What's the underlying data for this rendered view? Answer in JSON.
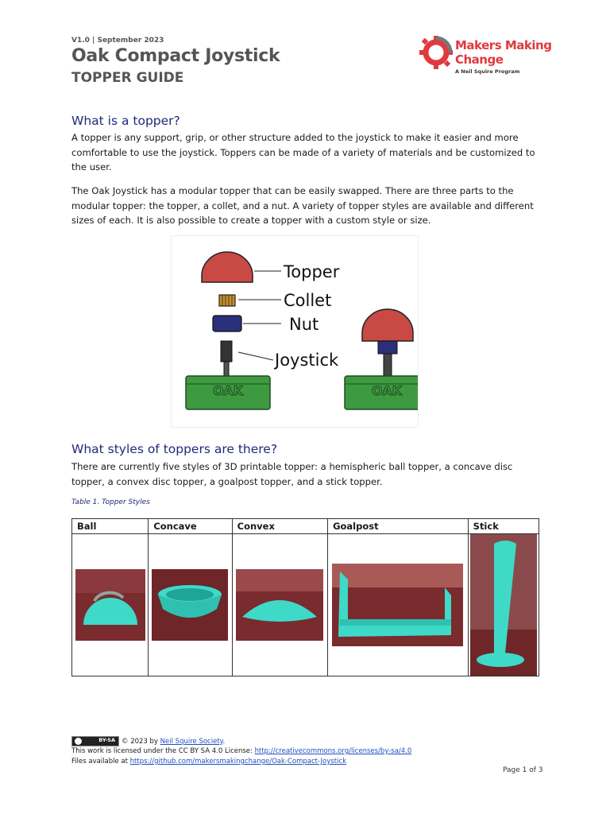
{
  "header": {
    "version": "V1.0 | September 2023",
    "title": "Oak Compact Joystick",
    "subtitle": "TOPPER GUIDE",
    "logo": {
      "line1": "Makers Making",
      "line2": "Change",
      "tagline": "A Neil Squire Program",
      "color": "#e03a3e"
    }
  },
  "section1": {
    "heading": "What is a topper?",
    "para1": "A topper is any support, grip, or other structure added to the joystick to make it easier and more comfortable to use the joystick. Toppers can be made of a variety of materials and be customized to the user.",
    "para2": "The Oak Joystick has a modular topper that can be easily swapped. There are three parts to the modular topper: the topper, a collet, and a nut. A variety of topper styles are available and different sizes of each. It is also possible to create a topper with a custom style or size."
  },
  "figure": {
    "labels": [
      "Topper",
      "Collet",
      "Nut",
      "Joystick"
    ],
    "base_text": "OAK"
  },
  "section2": {
    "heading": "What styles of toppers are there?",
    "para": "There are currently five styles of 3D printable topper: a hemispheric ball topper, a concave disc topper, a convex disc topper, a goalpost topper, and a stick topper.",
    "caption": "Table 1. Topper Styles",
    "columns": [
      "Ball",
      "Concave",
      "Convex",
      "Goalpost",
      "Stick"
    ]
  },
  "footer": {
    "cc_badge": "BY-SA",
    "copyright_prefix": "© 2023 by ",
    "copyright_link": "Neil Squire Society",
    "copyright_suffix": ".",
    "license_prefix": "This work is licensed under the CC BY SA 4.0 License: ",
    "license_link": "http://creativecommons.org/licenses/by-sa/4.0",
    "files_prefix": "Files available at ",
    "files_link": "https://github.com/makersmakingchange/Oak-Compact-Joystick",
    "page": "Page 1 of 3"
  },
  "colors": {
    "heading": "#1f2a7a",
    "topper_photo": "#3fd9c8",
    "figure_topper": "#c94a44",
    "figure_base": "#3d9a40"
  }
}
